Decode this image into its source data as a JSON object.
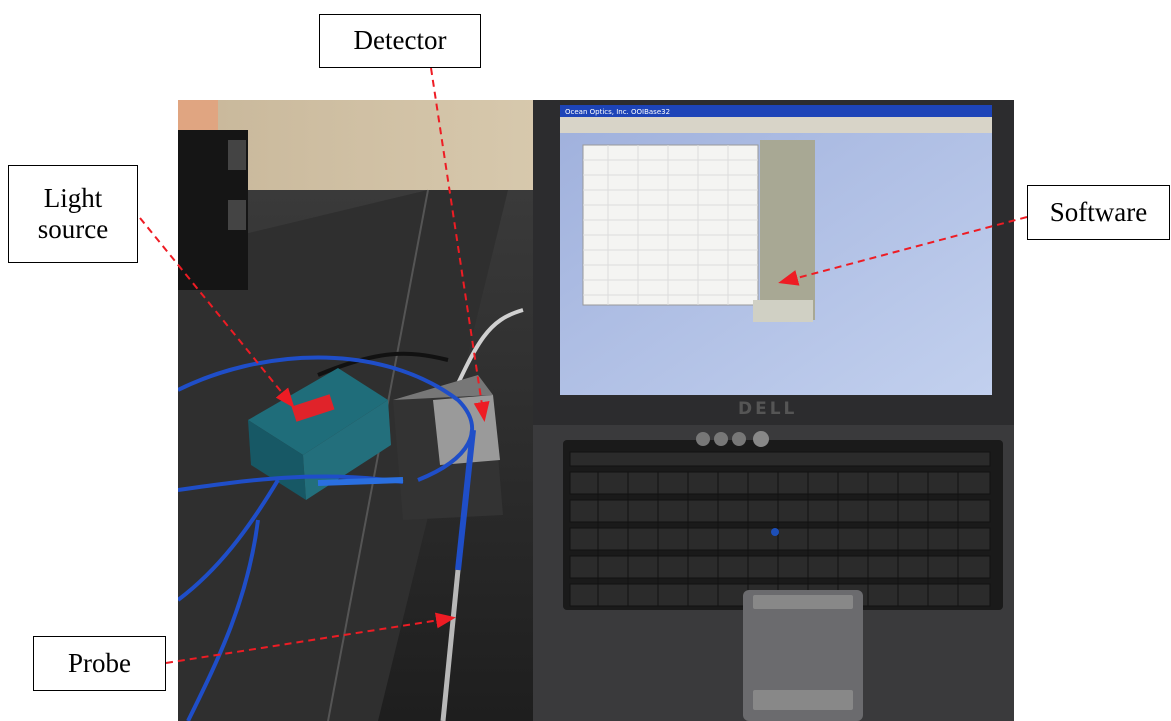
{
  "labels": {
    "detector": "Detector",
    "light_source_line1": "Light",
    "light_source_line2": "source",
    "software": "Software",
    "probe": "Probe"
  },
  "laptop": {
    "brand": "DELL",
    "window_title": "Ocean Optics, Inc. OOIBase32"
  },
  "colors": {
    "arrow": "#ee1c24",
    "screen_bg": "#a9b9e0",
    "light_source_body": "#1f6d7a",
    "light_source_tag": "#e0232a",
    "cable_blue": "#1f4ec8"
  }
}
